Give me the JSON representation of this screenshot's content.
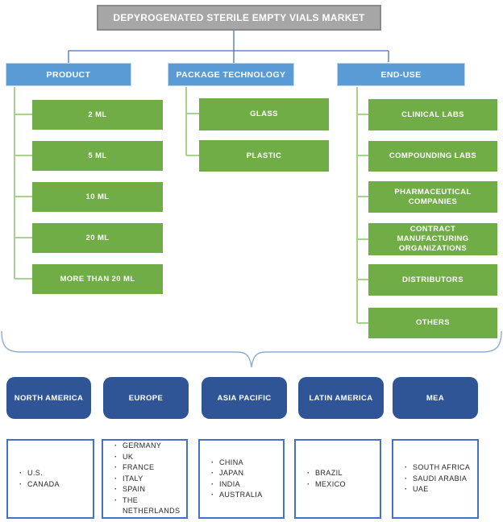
{
  "palette": {
    "header_gray": "#A6A6A6",
    "header_border": "#8A8A8A",
    "segment_blue": "#5B9BD5",
    "segment_border": "#BDD7EE",
    "item_green": "#70AD47",
    "bracket_green": "#A9D18E",
    "connector_blue": "#4472C4",
    "brace_blue": "#8EAADB",
    "region_navy": "#2F5597",
    "country_border": "#4472C4",
    "country_text": "#262626"
  },
  "header": {
    "title": "DEPYROGENATED STERILE EMPTY VIALS MARKET"
  },
  "segments": [
    {
      "label": "PRODUCT",
      "items": [
        "2 ML",
        "5 ML",
        "10 ML",
        "20 ML",
        "MORE THAN 20 ML"
      ]
    },
    {
      "label": "PACKAGE TECHNOLOGY",
      "items": [
        "GLASS",
        "PLASTIC"
      ]
    },
    {
      "label": "END-USE",
      "items": [
        "CLINICAL LABS",
        "COMPOUNDING LABS",
        "PHARMACEUTICAL COMPANIES",
        "CONTRACT MANUFACTURING ORGANIZATIONS",
        "DISTRIBUTORS",
        "OTHERS"
      ]
    }
  ],
  "regions": [
    {
      "label": "NORTH AMERICA",
      "countries": [
        "U.S.",
        "CANADA"
      ]
    },
    {
      "label": "EUROPE",
      "countries": [
        "GERMANY",
        "UK",
        "FRANCE",
        "ITALY",
        "SPAIN",
        "THE NETHERLANDS"
      ]
    },
    {
      "label": "ASIA PACIFIC",
      "countries": [
        "CHINA",
        "JAPAN",
        "INDIA",
        "AUSTRALIA"
      ]
    },
    {
      "label": "LATIN AMERICA",
      "countries": [
        "BRAZIL",
        "MEXICO"
      ]
    },
    {
      "label": "MEA",
      "countries": [
        "SOUTH AFRICA",
        "SAUDI ARABIA",
        "UAE"
      ]
    }
  ]
}
